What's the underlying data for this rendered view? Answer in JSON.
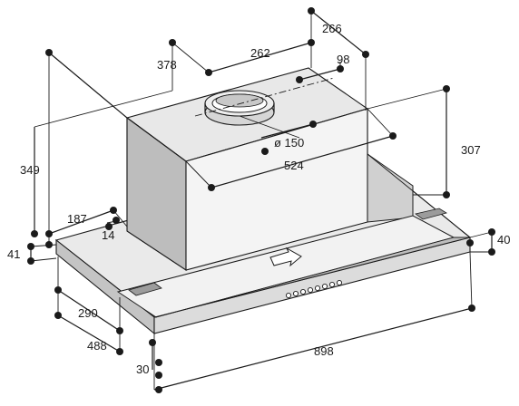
{
  "dimensions": {
    "d266": "266",
    "d262": "262",
    "d378": "378",
    "d98": "98",
    "d307": "307",
    "d150": "ø 150",
    "d524": "524",
    "d349": "349",
    "d187": "187",
    "d14": "14",
    "d41": "41",
    "d40": "40",
    "d290": "290",
    "d488": "488",
    "d898": "898",
    "d30": "30"
  },
  "colors": {
    "ink": "#1a1a1a",
    "body_top": "#e6e6e6",
    "body_side": "#cfcfcf",
    "body_front": "#f2f2f2",
    "panel_front": "#dedede",
    "dark": "#9c9c9c"
  },
  "icons": {
    "direction_arrow": "arrow-down-right-icon",
    "control_buttons": "button-row-icon"
  }
}
